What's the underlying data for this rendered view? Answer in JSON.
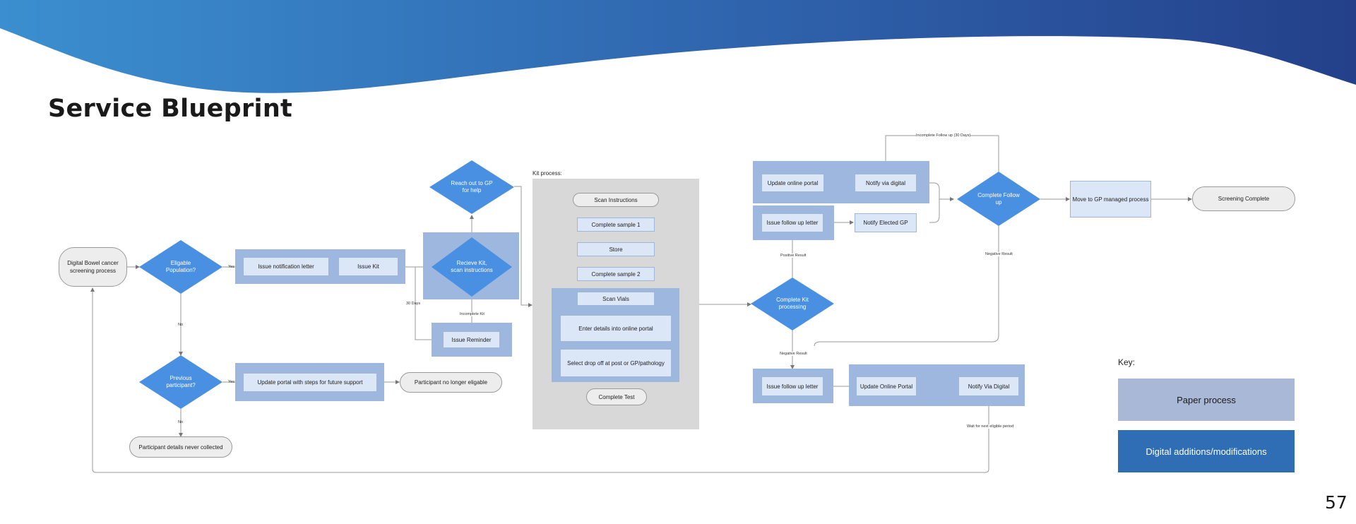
{
  "page": {
    "title": "Service Blueprint",
    "page_number": "57"
  },
  "colors": {
    "band": "#9db7de",
    "box": "#dbe6f6",
    "diamond": "#4a90e2",
    "gray_panel": "#d8d8d8",
    "pill": "#ededed",
    "digital": "#2f6db5",
    "paper": "#a9b8d6"
  },
  "start": {
    "label": "Digital Bowel cancer screening process"
  },
  "decisions": {
    "eligible": "Eligable Population?",
    "previous": "Previous participant?",
    "reach_out": "Reach out to GP for help",
    "receive_kit": "Recieve Kit, scan instructions",
    "complete_kit": "Complete Kit processing",
    "complete_follow": "Complete Follow up"
  },
  "boxes": {
    "issue_notification": "Issue notification letter",
    "issue_kit": "Issue Kit",
    "update_portal_steps": "Update portal with steps for future support",
    "issue_reminder": "Issue Reminder",
    "update_online_portal_top": "Update online portal",
    "notify_via_digital_top": "Notify via digital",
    "issue_follow_up_top": "Issue follow up letter",
    "notify_elected_gp": "Notify Elected GP",
    "move_to_gp": "Move to GP managed process",
    "issue_follow_up_bottom": "Issue follow up letter",
    "update_online_portal_bottom": "Update Online Portal",
    "notify_via_digital_bottom": "Notify Via Digital"
  },
  "pills": {
    "participant_no_longer": "Participant no longer eligable",
    "participant_never": "Participant details never collected",
    "screening_complete": "Screening Complete"
  },
  "kit_process": {
    "label": "Kit process:",
    "steps": [
      "Scan Instructions",
      "Complete sample 1",
      "Store",
      "Complete sample 2",
      "Scan Vials",
      "Enter details into online portal",
      "Select drop off at post or GP/pathology",
      "Complete Test"
    ]
  },
  "edge_labels": {
    "yes1": "Yes",
    "no1": "No",
    "yes2": "Yes",
    "no2": "No",
    "days30": "30 Days",
    "incomplete_kit": "Incomplete Kit",
    "incomplete_follow": "Incomplete Follow up (30 Days)",
    "positive": "Positive Result",
    "negative_bottom": "Negative Result",
    "negative_right": "Negative Result",
    "wait": "Wait for next eligible period"
  },
  "key": {
    "title": "Key:",
    "paper": "Paper process",
    "digital": "Digital additions/modifications"
  }
}
